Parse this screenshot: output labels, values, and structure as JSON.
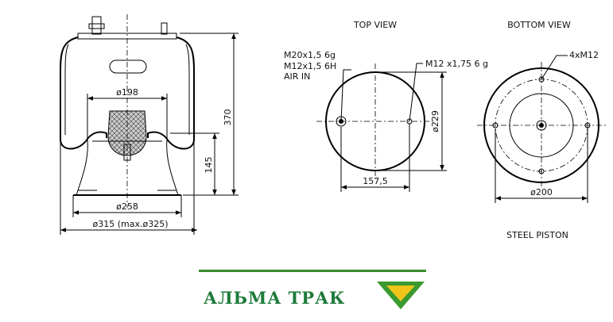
{
  "side_view": {
    "dim_198": "ø198",
    "dim_258": "ø258",
    "dim_315": "ø315 (max.ø325)",
    "dim_370": "370",
    "dim_145": "145"
  },
  "top_view": {
    "title": "TOP VIEW",
    "label_line1": "M20x1,5  6g",
    "label_line2": "M12x1,5  6H",
    "label_line3": "AIR  IN",
    "label_m12": "M12  x1,75  6  g",
    "dim_229": "ø229",
    "dim_157": "157,5"
  },
  "bottom_view": {
    "title": "BOTTOM VIEW",
    "label_4xm12": "4xM12",
    "dim_200": "ø200",
    "caption": "STEEL  PISTON"
  },
  "logo": {
    "text": "АЛЬМА ТРАК",
    "text_color": "#1e7a3a",
    "bar_color": "#3a8a2a",
    "mark_yellow": "#f0c419",
    "mark_green": "#3a9a30"
  }
}
